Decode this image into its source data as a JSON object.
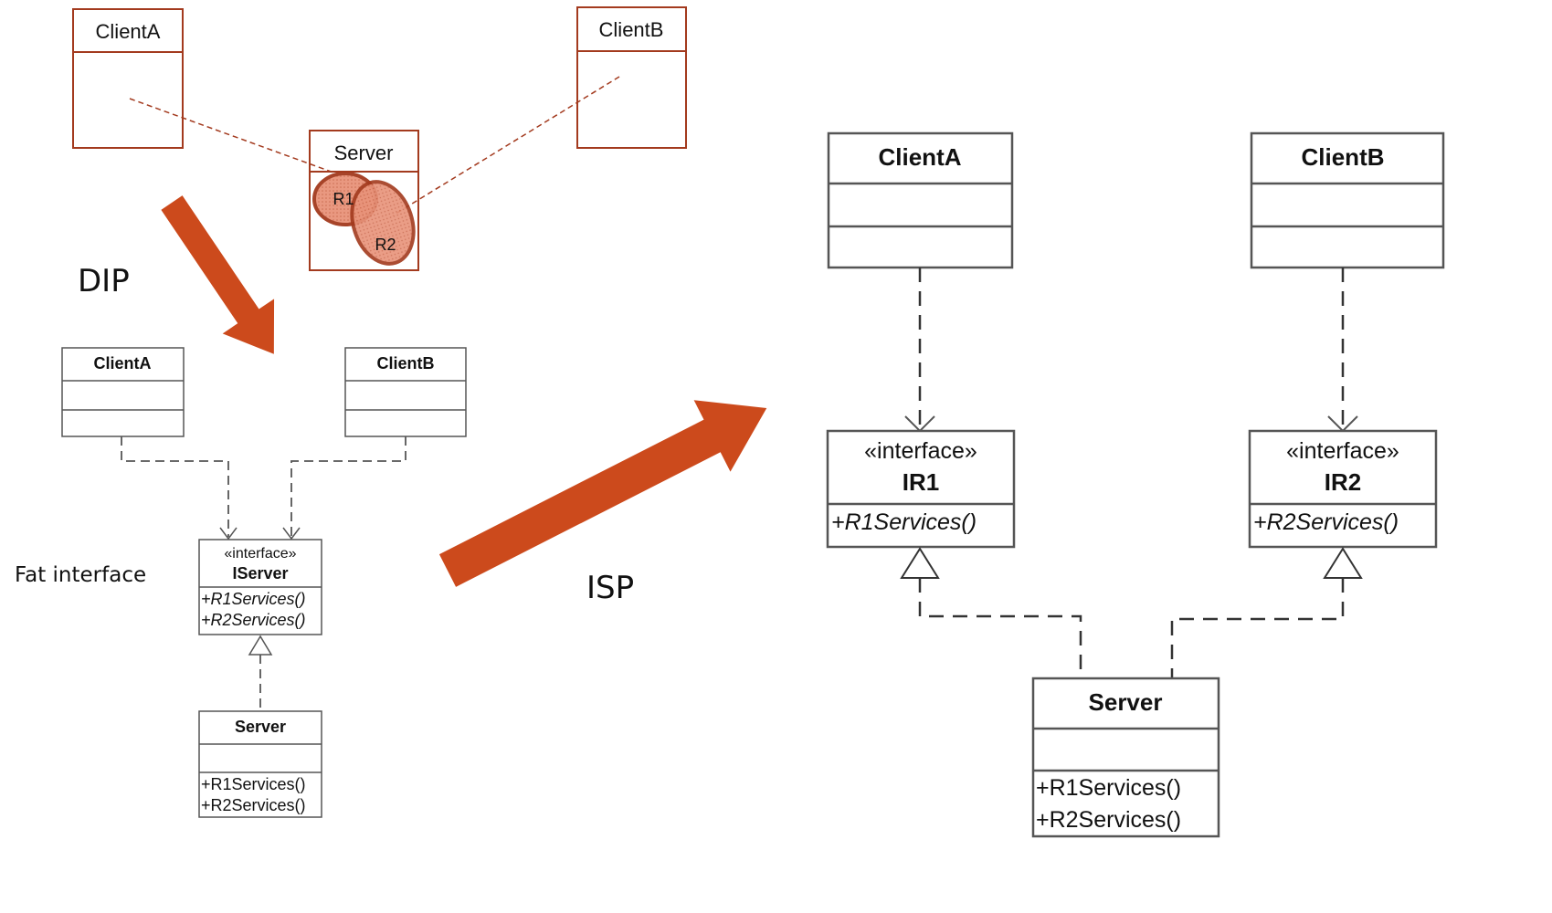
{
  "colors": {
    "accent_red": "#a33a1e",
    "arrow_orange": "#cc4a1c",
    "responsibility_fill": "#e8937a",
    "uml_line": "#555555"
  },
  "top_diagram": {
    "client_a": "ClientA",
    "client_b": "ClientB",
    "server": "Server",
    "r1": "R1",
    "r2": "R2"
  },
  "labels": {
    "dip": "DIP",
    "isp": "ISP",
    "fat_interface": "Fat interface"
  },
  "dip_diagram": {
    "client_a": "ClientA",
    "client_b": "ClientB",
    "stereotype": "«interface»",
    "interface_name": "IServer",
    "interface_ops": [
      "+R1Services()",
      "+R2Services()"
    ],
    "server": "Server",
    "server_ops": [
      "+R1Services()",
      "+R2Services()"
    ]
  },
  "isp_diagram": {
    "client_a": "ClientA",
    "client_b": "ClientB",
    "stereotype_1": "«interface»",
    "interface_1": "IR1",
    "interface_1_op": "+R1Services()",
    "stereotype_2": "«interface»",
    "interface_2": "IR2",
    "interface_2_op": "+R2Services()",
    "server": "Server",
    "server_ops": [
      "+R1Services()",
      "+R2Services()"
    ]
  }
}
